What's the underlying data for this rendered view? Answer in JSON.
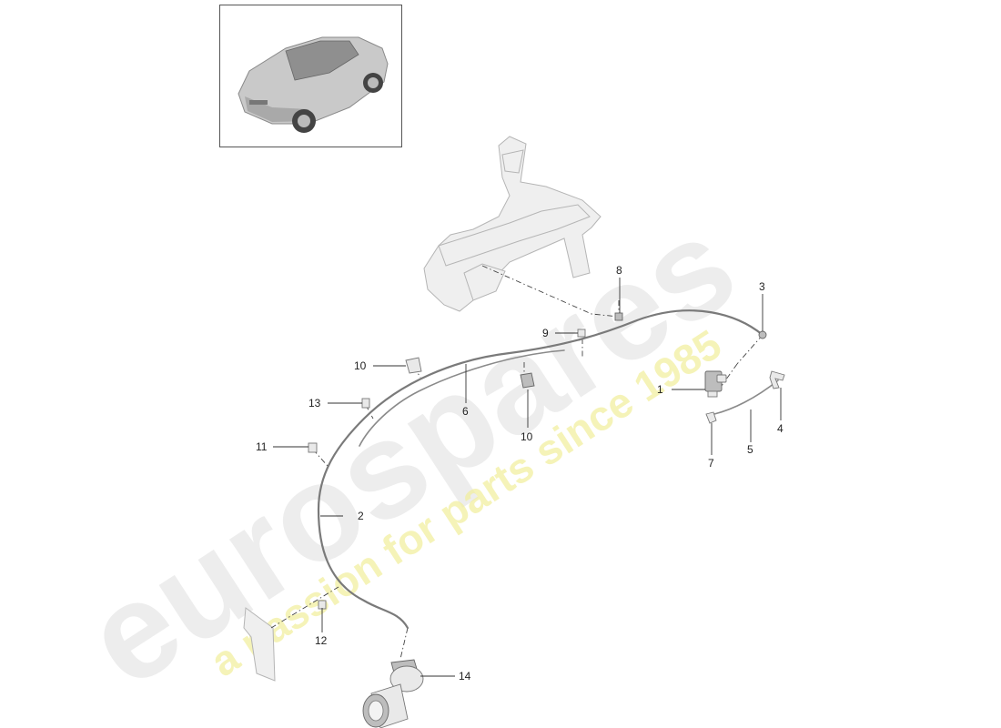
{
  "diagram": {
    "callouts": [
      {
        "id": "c1",
        "label": "1"
      },
      {
        "id": "c2",
        "label": "2"
      },
      {
        "id": "c3",
        "label": "3"
      },
      {
        "id": "c4",
        "label": "4"
      },
      {
        "id": "c5",
        "label": "5"
      },
      {
        "id": "c6",
        "label": "6"
      },
      {
        "id": "c7",
        "label": "7"
      },
      {
        "id": "c8",
        "label": "8"
      },
      {
        "id": "c9",
        "label": "9"
      },
      {
        "id": "c10a",
        "label": "10"
      },
      {
        "id": "c10b",
        "label": "10"
      },
      {
        "id": "c11",
        "label": "11"
      },
      {
        "id": "c12",
        "label": "12"
      },
      {
        "id": "c13",
        "label": "13"
      },
      {
        "id": "c14",
        "label": "14"
      }
    ]
  },
  "watermark": {
    "brand": "eurospares",
    "tagline": "a passion for parts since 1985",
    "brand_color": "#d9d9d9",
    "tagline_color": "#f2f0a0"
  },
  "thumbnail": {
    "icon": "sports-coupe-car-icon"
  }
}
